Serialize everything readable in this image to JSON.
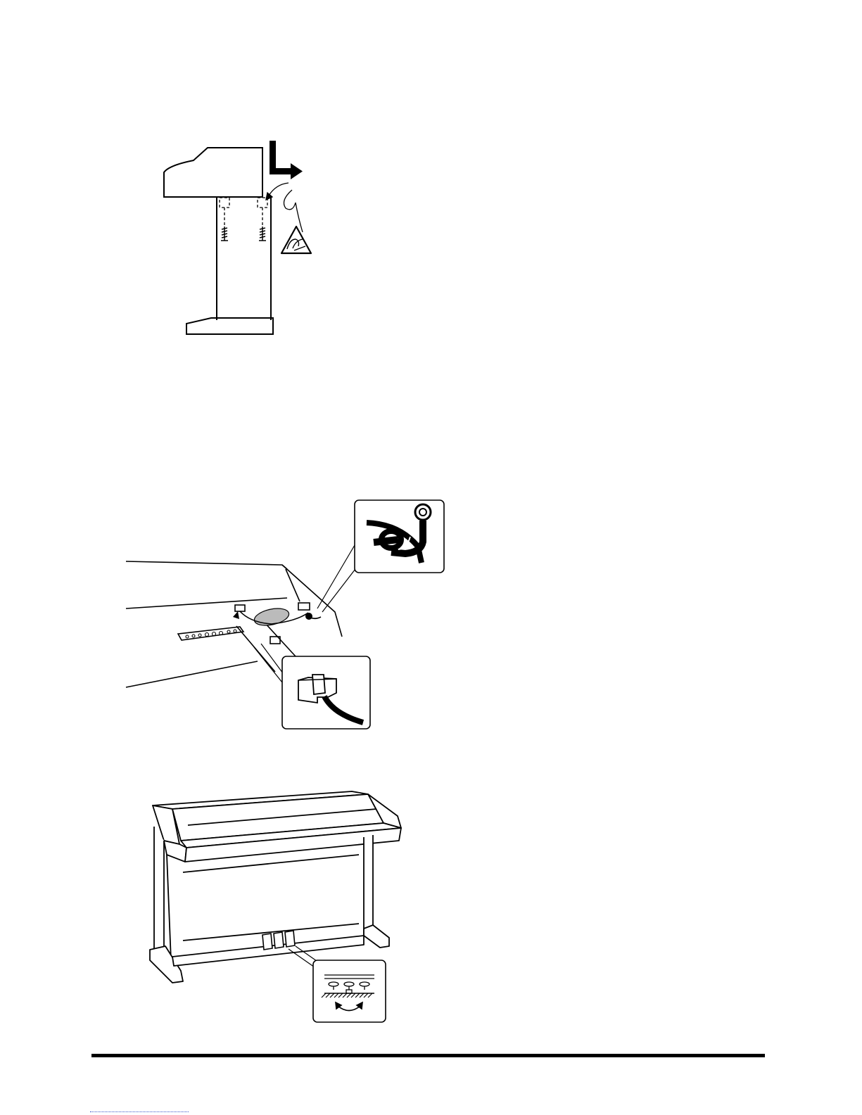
{
  "page": {
    "figures": [
      {
        "id": "figure-1",
        "subject": "keyboard-side-view-screw-attachment"
      },
      {
        "id": "figure-2",
        "subject": "cable-connection-under-keyboard"
      },
      {
        "id": "figure-3",
        "subject": "assembled-stand-pedal-adjustment"
      }
    ],
    "colors": {
      "ink": "#000000",
      "paper": "#ffffff",
      "shade": "#bbbbbb",
      "footer_rule": "#000000"
    }
  }
}
